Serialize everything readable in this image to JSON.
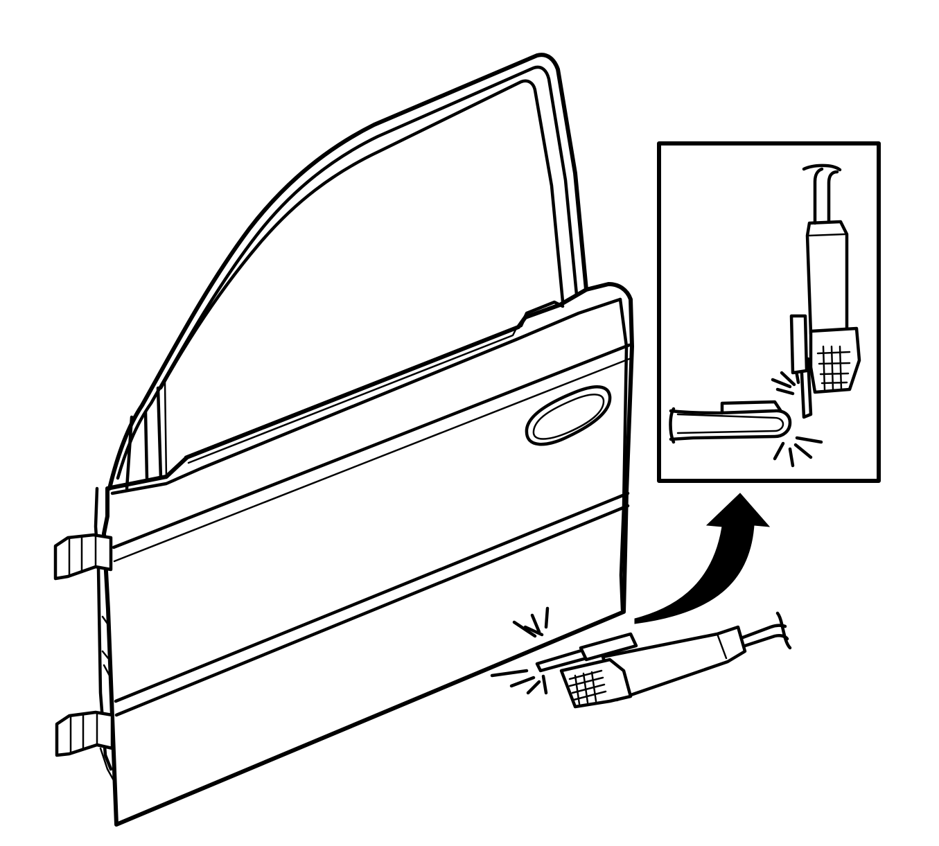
{
  "figure": {
    "colors": {
      "stroke": "#000000",
      "background": "#ffffff"
    },
    "components": [
      "door-shell",
      "window-frame",
      "door-handle-recess",
      "hinge-upper",
      "hinge-lower",
      "trim-removal-tool",
      "detail-inset",
      "callout-arrow"
    ]
  }
}
